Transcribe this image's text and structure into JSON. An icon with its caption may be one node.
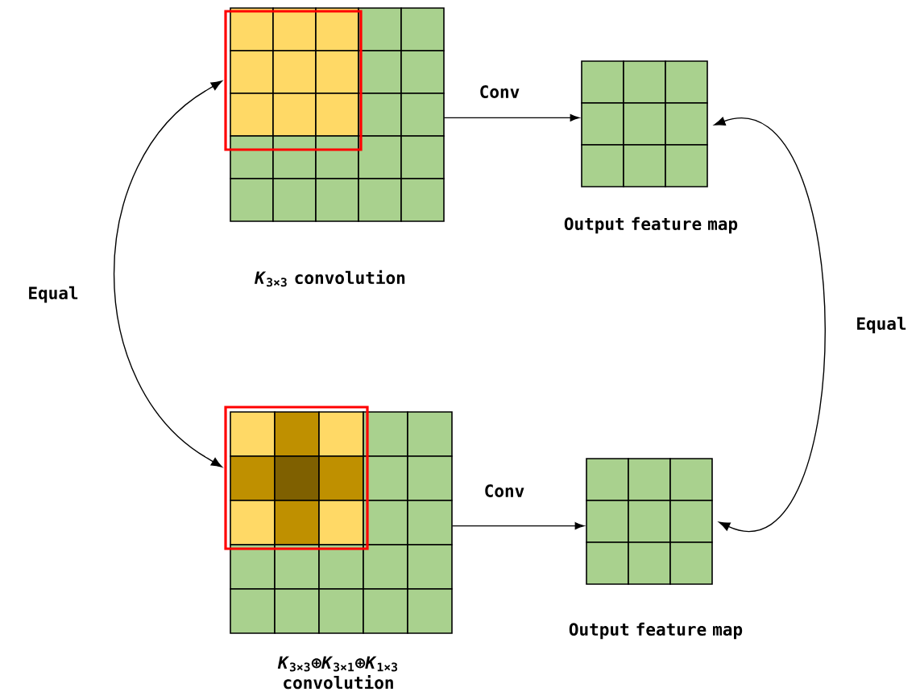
{
  "diagram": {
    "nodes": [
      {
        "text": [],
        "shape": "box",
        "beside": [
          "*K*$_{3×3}$ convolution"
        ]
      },
      {
        "text": [],
        "shape": "box",
        "beside": [
          "Output feature map"
        ]
      },
      {
        "text": [],
        "shape": "box",
        "beside": [
          "*K*$_{3×3}$⊕*K*$_{3×1}$⊕*K*$_{1×3}$ convolution"
        ]
      },
      {
        "text": [],
        "shape": "box",
        "beside": [
          "Output feature map"
        ]
      }
    ],
    "edges": [
      {
        "from": 0,
        "to": 1,
        "arrow": "to",
        "label": "Conv"
      },
      {
        "from": 2,
        "to": 3,
        "arrow": "to",
        "label": "Conv"
      },
      {
        "from": 0,
        "to": 2,
        "arrow": "both",
        "label": "Equal"
      },
      {
        "from": 1,
        "to": 3,
        "arrow": "both",
        "label": "Equal"
      }
    ]
  }
}
